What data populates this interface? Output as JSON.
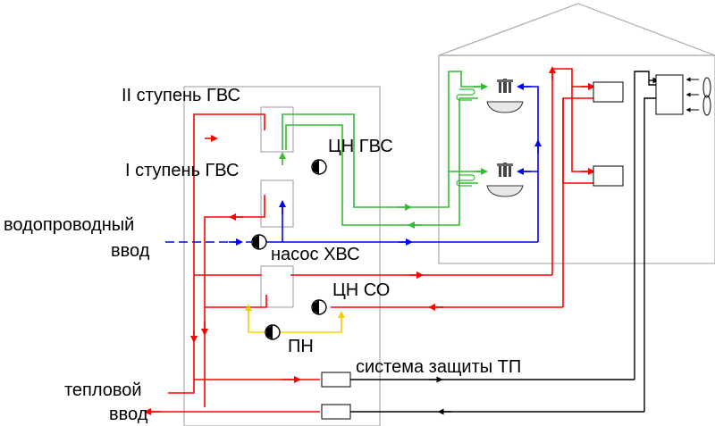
{
  "labels": {
    "stage2_dhw": "II ступень ГВС",
    "stage1_dhw": "I ступень ГВС",
    "circ_pump_dhw": "ЦН ГВС",
    "water_supply_1": "водопроводный",
    "water_supply_2": "ввод",
    "cold_water_pump": "насос ХВС",
    "circ_pump_heating": "ЦН СО",
    "mixing_pump": "ПН",
    "protection_system": "система защиты ТП",
    "heat_input_1": "тепловой",
    "heat_input_2": "ввод"
  },
  "colors": {
    "hot": "#ff0000",
    "dhw": "#33bb33",
    "cold": "#0000ff",
    "mix": "#f5d000",
    "line": "#000000",
    "frame": "#aaaaaa",
    "exchanger": "#9a9aaa"
  }
}
